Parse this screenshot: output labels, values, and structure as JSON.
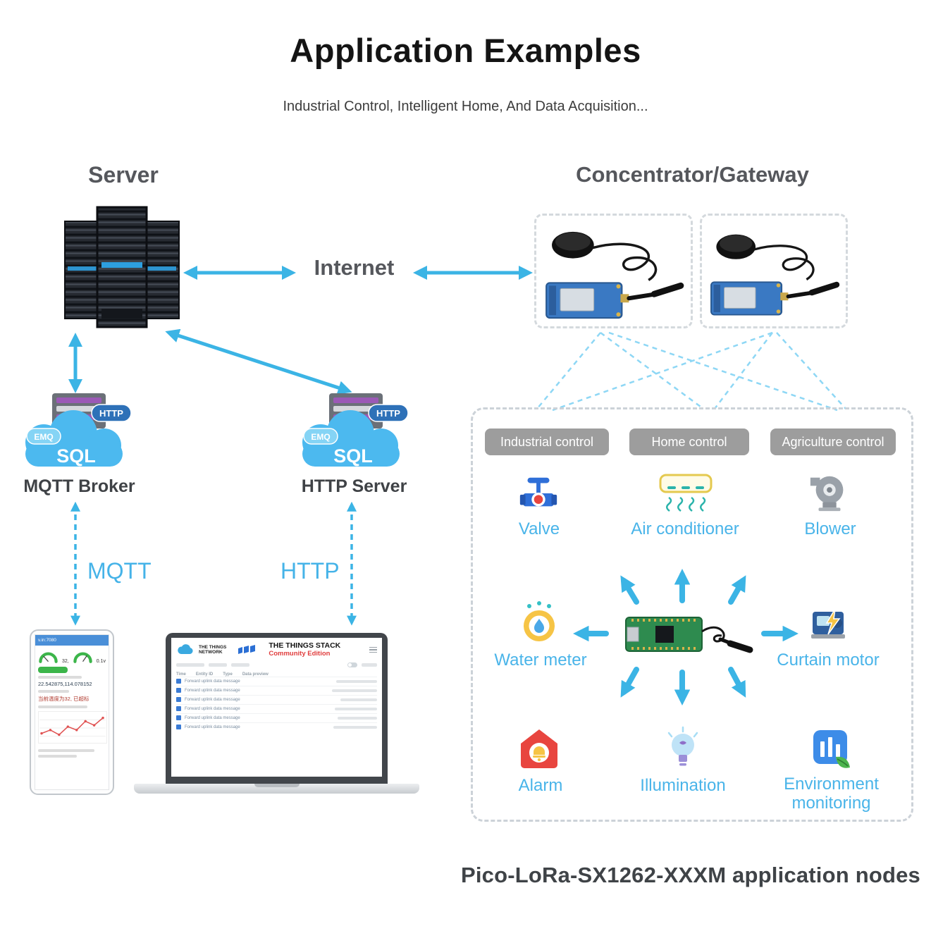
{
  "title": "Application Examples",
  "subtitle": "Industrial Control, Intelligent Home, And Data Acquisition...",
  "sections": {
    "server": "Server",
    "internet": "Internet",
    "gateway": "Concentrator/Gateway",
    "mqtt_broker": "MQTT Broker",
    "http_server": "HTTP Server",
    "mqtt_protocol": "MQTT",
    "http_protocol": "HTTP",
    "caption": "Pico-LoRa-SX1262-XXXM application nodes"
  },
  "cloud": {
    "emq": "EMQ",
    "sql": "SQL",
    "http": "HTTP"
  },
  "categories": [
    {
      "label": "Industrial control"
    },
    {
      "label": "Home control"
    },
    {
      "label": "Agriculture control"
    }
  ],
  "nodes": [
    {
      "label": "Valve"
    },
    {
      "label": "Air conditioner"
    },
    {
      "label": "Blower"
    },
    {
      "label": "Water meter"
    },
    {
      "label": "Curtain motor"
    },
    {
      "label": "Alarm"
    },
    {
      "label": "Illumination"
    },
    {
      "label": "Environment monitoring"
    }
  ],
  "phone": {
    "header": "v.in:7080",
    "gauge1": "32,",
    "gauge2": "0.1v",
    "coords": "22.542875,114.078152",
    "alert": "当前温度为32, 已超标"
  },
  "laptop": {
    "ttn_line1": "THE THINGS",
    "ttn_line2": "NETWORK",
    "tts_title": "THE THINGS STACK",
    "tts_subtitle": "Community Edition",
    "table_headers": [
      "Time",
      "Entity ID",
      "Type",
      "Data preview"
    ],
    "row_text": "Forward uplink data message"
  },
  "colors": {
    "accent": "#3bb4e5",
    "heading_gray": "#55575c",
    "node_label_blue": "#49b4e9",
    "pill_gray": "#9d9d9d",
    "caption_dark": "#3f4347",
    "alarm_red": "#e8453f",
    "env_blue": "#3d8ce8",
    "leaf_green": "#4db54e"
  }
}
